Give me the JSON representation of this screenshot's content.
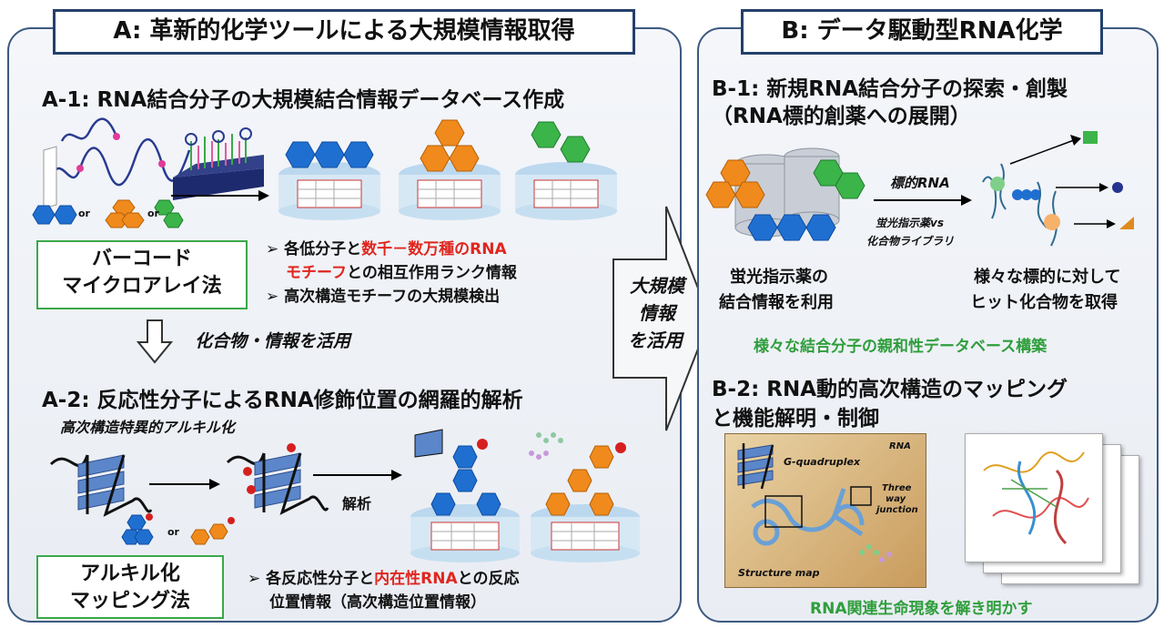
{
  "panel_a": {
    "title": "A: 革新的化学ツールによる大規模情報取得",
    "a1": {
      "heading": "A-1: RNA結合分子の大規模結合情報データベース作成",
      "or1": "or",
      "or2": "or",
      "method_line1": "バーコード",
      "method_line2": "マイクロアレイ法",
      "bullet1_pre": "➢ 各低分子と",
      "bullet1_red": "数千－数万種のRNA",
      "bullet2_red": "モチーフ",
      "bullet2_post": "との相互作用ランク情報",
      "bullet3": "➢ 高次構造モチーフの大規模検出"
    },
    "transition": "化合物・情報を活用",
    "a2": {
      "heading": "A-2: 反応性分子によるRNA修飾位置の網羅的解析",
      "sublabel": "高次構造特異的アルキル化",
      "analysis": "解析",
      "or": "or",
      "method_line1": "アルキル化",
      "method_line2": "マッピング法",
      "bullet1_pre": "➢ 各反応性分子と",
      "bullet1_red": "内在性RNA",
      "bullet1_post": "との反応",
      "bullet2": "位置情報（高次構造位置情報）"
    }
  },
  "arrow_label": [
    "大規模",
    "情報",
    "を活用"
  ],
  "panel_b": {
    "title": "B: データ駆動型RNA化学",
    "b1": {
      "heading1": "B-1: 新規RNA結合分子の探索・創製",
      "heading2": "（RNA標的創薬への展開）",
      "target_rna": "標的RNA",
      "screen_line1": "蛍光指示薬vs",
      "screen_line2": "化合物ライブラリ",
      "left_caption1": "蛍光指示薬の",
      "left_caption2": "結合情報を利用",
      "right_caption1": "様々な標的に対して",
      "right_caption2": "ヒット化合物を取得",
      "green_caption": "様々な結合分子の親和性データベース構築"
    },
    "b2": {
      "heading1": "B-2: RNA動的高次構造のマッピング",
      "heading2": "と機能解明・制御",
      "map_rna": "RNA",
      "map_g4": "G-quadruplex",
      "map_tw1": "Three",
      "map_tw2": "way",
      "map_tw3": "junction",
      "map_structure": "Structure map",
      "green_caption": "RNA関連生命現象を解き明かす"
    }
  },
  "colors": {
    "blue": "#1f6fd1",
    "orange": "#f08a1c",
    "green": "#3bb449",
    "red": "#e0261e",
    "accent_green": "#2f9e3c"
  }
}
